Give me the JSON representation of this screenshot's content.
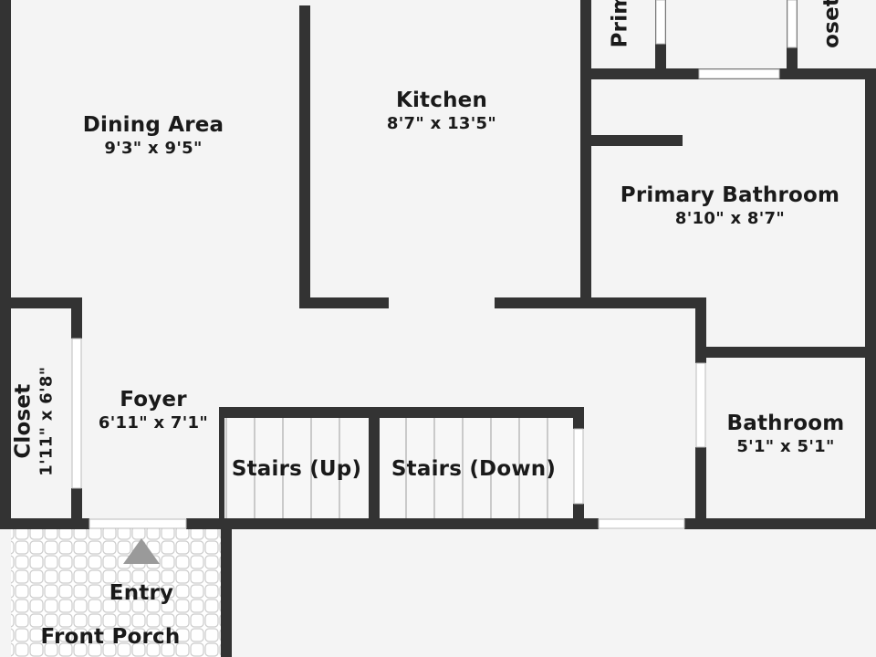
{
  "floorplan": {
    "colors": {
      "floor": "#f4f4f4",
      "wall": "#333333",
      "door": "#ffffff",
      "porch_tile": "#ffffff",
      "porch_grout": "#cccccc",
      "entry_arrow": "#9a9a9a",
      "text": "#1a1a1a"
    },
    "rooms": {
      "dining_area": {
        "name": "Dining Area",
        "dims": "9'3\" x 9'5\""
      },
      "kitchen": {
        "name": "Kitchen",
        "dims": "8'7\" x 13'5\""
      },
      "primary_bathroom": {
        "name": "Primary Bathroom",
        "dims": "8'10\" x 8'7\""
      },
      "foyer": {
        "name": "Foyer",
        "dims": "6'11\" x 7'1\""
      },
      "closet": {
        "name": "Closet",
        "dims": "1'11\" x 6'8\""
      },
      "stairs_up": {
        "name": "Stairs (Up)"
      },
      "stairs_down": {
        "name": "Stairs (Down)"
      },
      "bathroom": {
        "name": "Bathroom",
        "dims": "5'1\" x 5'1\""
      },
      "entry": {
        "name": "Entry"
      },
      "front_porch": {
        "name": "Front Porch"
      },
      "primary_partial": {
        "name": "Prim"
      },
      "closet_partial": {
        "name": "oset"
      }
    }
  }
}
